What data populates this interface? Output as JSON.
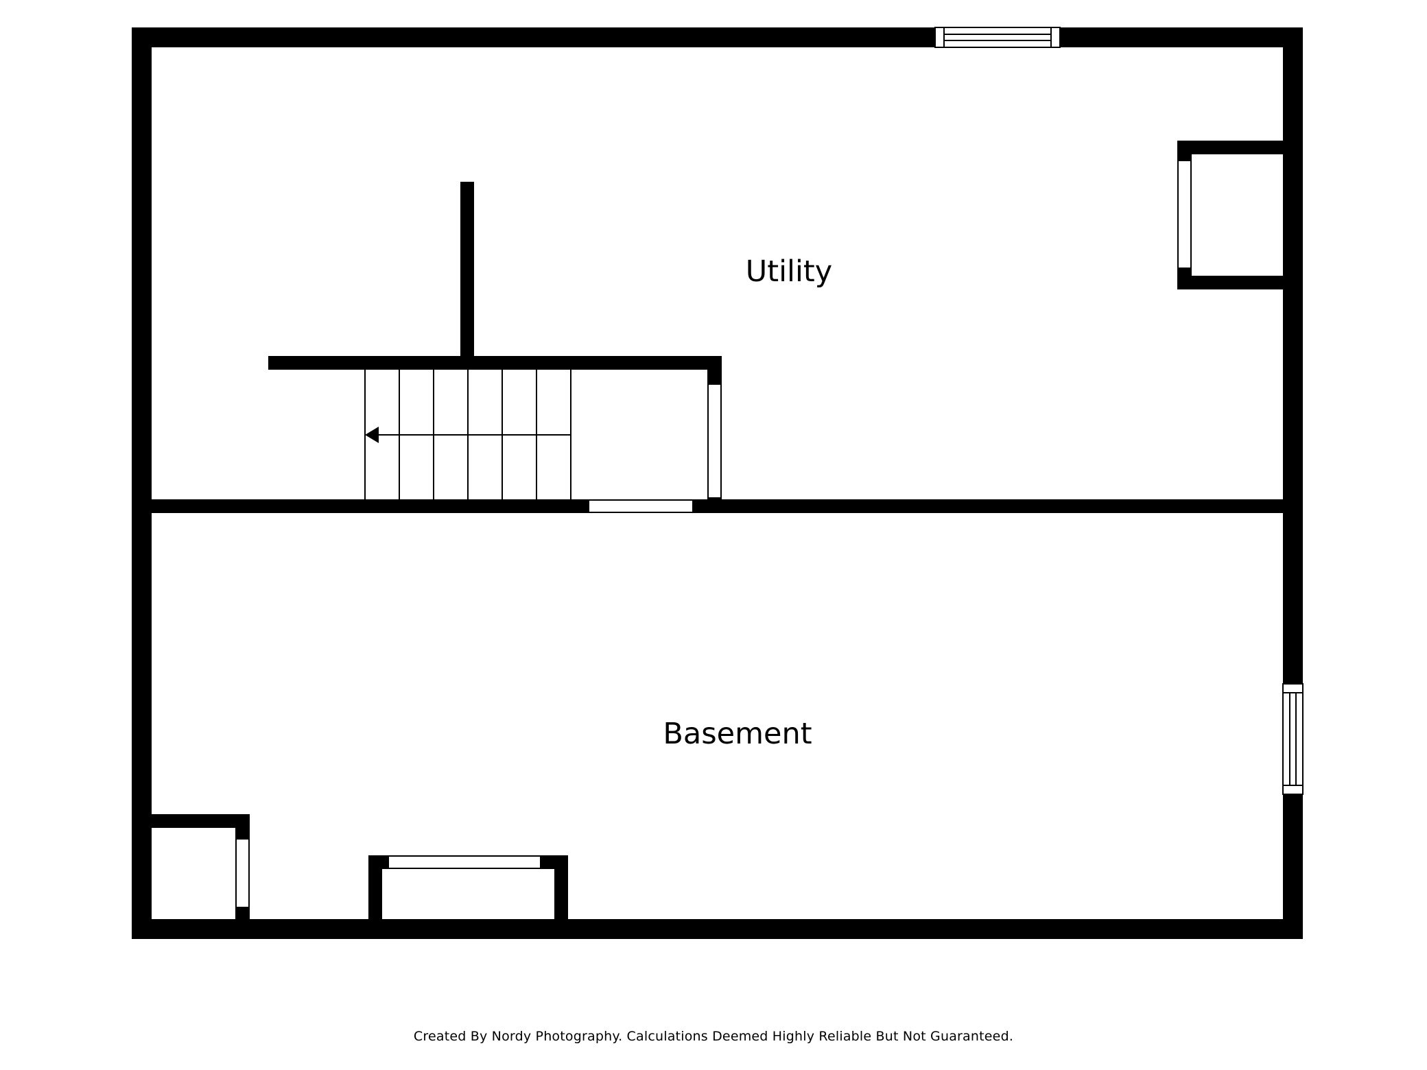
{
  "rooms": {
    "utility": "Utility",
    "basement": "Basement"
  },
  "footer": {
    "note": "Created By Nordy Photography. Calculations Deemed Highly Reliable But Not Guaranteed."
  },
  "colors": {
    "wall": "#000000",
    "opening": "#ffffff",
    "background": "#ffffff"
  },
  "icons": {
    "stair_direction": "arrow-left-icon"
  }
}
